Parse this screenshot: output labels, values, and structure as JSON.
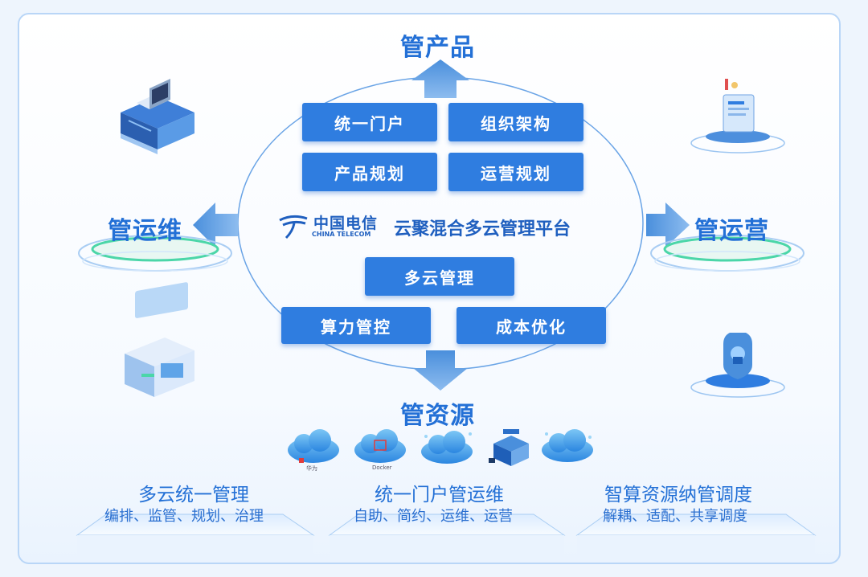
{
  "titles": {
    "top": "管产品",
    "left": "管运维",
    "right": "管运营",
    "bottom": "管资源"
  },
  "buttons": {
    "portal": "统一门户",
    "org": "组织架构",
    "product_plan": "产品规划",
    "ops_plan": "运营规划",
    "multicloud": "多云管理",
    "compute": "算力管控",
    "cost": "成本优化"
  },
  "logo": {
    "cn": "中国电信",
    "en": "CHINA TELECOM"
  },
  "platform_name": "云聚混合多云管理平台",
  "cloud_icons": {
    "huawei_label": "华为",
    "docker_label": "Docker"
  },
  "columns": [
    {
      "title": "多云统一管理",
      "subtitle": "编排、监管、规划、治理"
    },
    {
      "title": "统一门户管运维",
      "subtitle": "自助、简约、运维、运营"
    },
    {
      "title": "智算资源纳管调度",
      "subtitle": "解耦、适配、共享调度"
    }
  ],
  "colors": {
    "accent": "#2f7de0",
    "title": "#2370d6",
    "arrow": "#5b9be0",
    "frame": "#b9d6f7"
  }
}
